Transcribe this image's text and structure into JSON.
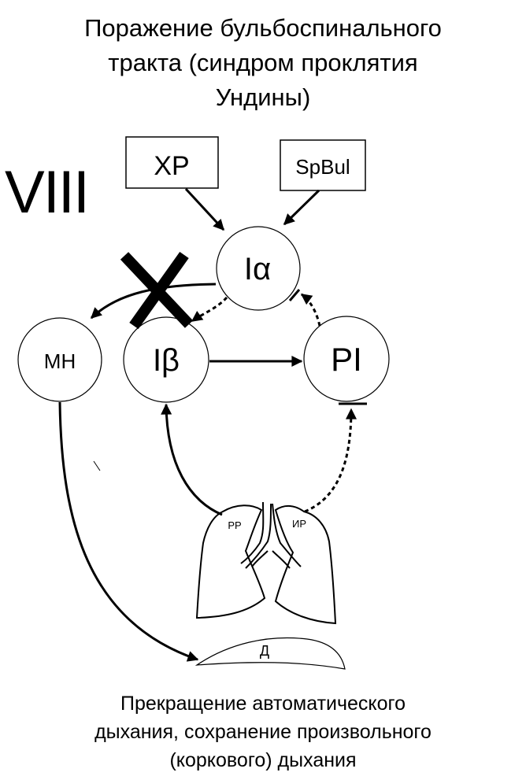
{
  "title_lines": [
    "Поражение бульбоспинального",
    "тракта (синдром проклятия",
    "Ундины)"
  ],
  "section_label": "VIII",
  "nodes": {
    "xr": "ХР",
    "spbul": "SpBul",
    "ia": "Iα",
    "ib": "Iβ",
    "pi": "PI",
    "mn": "МН",
    "rr": "РР",
    "ir": "ИР",
    "d": "Д"
  },
  "caption_lines": [
    "Прекращение автоматического",
    "дыхания, сохранение произвольного",
    "(коркового) дыхания"
  ]
}
